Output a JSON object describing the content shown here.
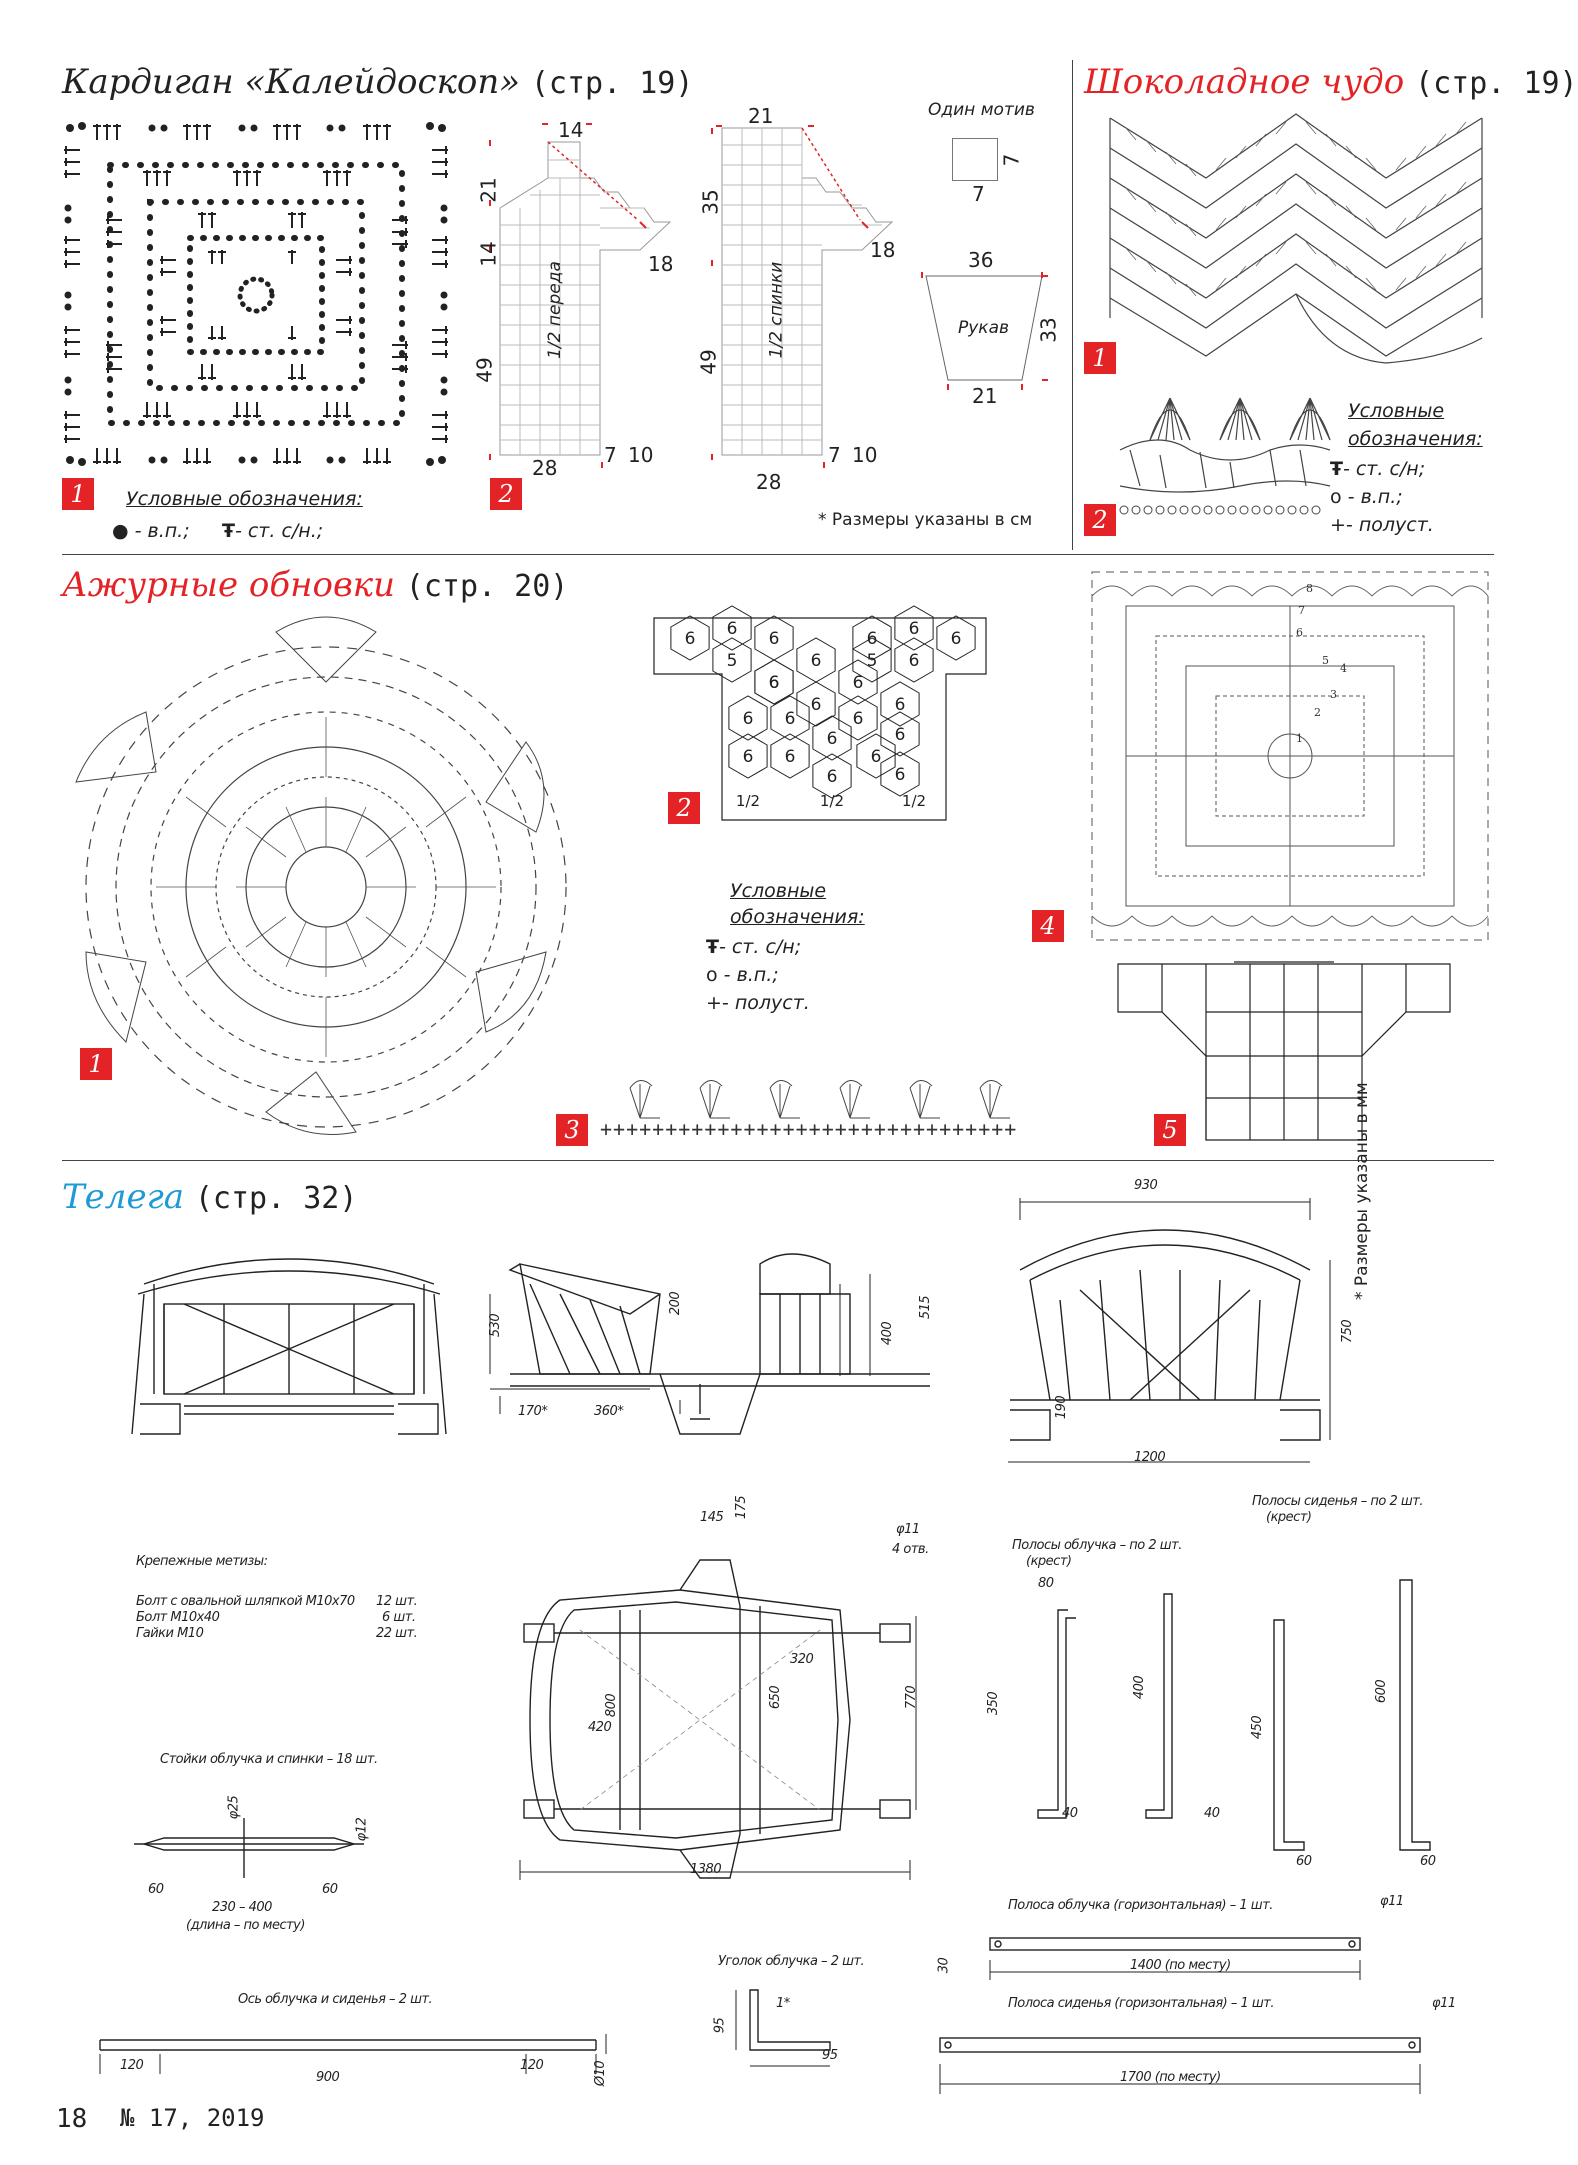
{
  "sections": {
    "cardigan": {
      "title": "Кардиган «Калейдоскоп»",
      "ref": "(стр. 19)"
    },
    "chocolate": {
      "title": "Шоколадное чудо",
      "ref": "(стр. 19)"
    },
    "openwork": {
      "title": "Ажурные обновки",
      "ref": "(стр. 20)"
    },
    "cart": {
      "title": "Телега",
      "ref": "(стр. 32)"
    }
  },
  "badges": {
    "n1": "1",
    "n2": "2",
    "n3": "3",
    "n4": "4",
    "n5": "5"
  },
  "legend": {
    "title_cardigan": "Условные обозначения:",
    "title_line1": "Условные",
    "title_line2": "обозначения:",
    "vp_dot": "● - в.п.;",
    "stn_cardigan": "- ст. с/н.;",
    "stn": "- ст. с/н;",
    "vp": "- в.п.;",
    "polust": "- полуст."
  },
  "cardigan_pattern": {
    "front_label": "1/2 переда",
    "back_label": "1/2 спинки",
    "motif_label": "Один мотив",
    "sleeve_label": "Рукав",
    "front_dims": {
      "top": "14",
      "left1": "21",
      "left2": "14",
      "left3": "49",
      "bottom": "28",
      "b1": "7",
      "b2": "10",
      "diag": "18"
    },
    "back_dims": {
      "top": "21",
      "left1": "35",
      "left3": "49",
      "bottom": "28",
      "b1": "7",
      "b2": "10",
      "diag": "18"
    },
    "motif_dims": {
      "w": "7",
      "h": "7"
    },
    "sleeve_dims": {
      "top": "36",
      "side": "33",
      "bottom": "21"
    },
    "note": "* Размеры указаны в см"
  },
  "hex_chart": {
    "cells": [
      "6",
      "6",
      "6",
      "6",
      "6",
      "6",
      "5",
      "6",
      "6",
      "5",
      "6",
      "6",
      "6",
      "6",
      "6",
      "6",
      "6",
      "6",
      "6",
      "6",
      "6",
      "6",
      "6",
      "6",
      "6",
      "1/2",
      "1/2",
      "1/2"
    ]
  },
  "cart_drawing": {
    "side_note": "* Размеры указаны в мм",
    "dims": {
      "d530": "530",
      "d200": "200",
      "d400": "400",
      "d515": "515",
      "d170": "170*",
      "d360": "360*",
      "d930": "930",
      "d750": "750",
      "d190": "190",
      "d1200": "1200",
      "d145": "145",
      "d175": "175",
      "d11a": "φ11",
      "d4": "4 отв.",
      "d320": "320",
      "d650": "650",
      "d770": "770",
      "d800": "800",
      "d420": "420",
      "d1380": "1380",
      "d80": "80",
      "d350": "350",
      "d40a": "40",
      "d400b": "400",
      "d40b": "40",
      "d450": "450",
      "d60a": "60",
      "d600": "600",
      "d60b": "60",
      "d25": "φ25",
      "d12": "φ12",
      "d60c": "60",
      "d230": "230 – 400",
      "d60d": "60",
      "len": "(длина – по месту)",
      "d11b": "φ11",
      "d30": "30",
      "d1400": "1400 (по месту)",
      "d95a": "95",
      "d1": "1*",
      "d95b": "95",
      "d120a": "120",
      "d900": "900",
      "d120b": "120",
      "d10": "Ø10",
      "d11c": "φ11",
      "d1700": "1700 (по месту)"
    },
    "labels": {
      "hardware_title": "Крепежные метизы:",
      "h1": "Болт с овальной шляпкой М10х70",
      "h1q": "12 шт.",
      "h2": "Болт М10х40",
      "h2q": "6 шт.",
      "h3": "Гайки М10",
      "h3q": "22 шт.",
      "posts": "Стойки облучка и спинки – 18 шт.",
      "axis": "Ось облучка и сиденья – 2 шт.",
      "strips_cross": "Полосы облучка – по 2 шт.",
      "strips_cross2": "(крест)",
      "seat_strips": "Полосы сиденья – по 2 шт.",
      "seat_strips2": "(крест)",
      "strip_h": "Полоса облучка (горизонтальная) – 1 шт.",
      "angle": "Уголок облучка – 2 шт.",
      "seat_h": "Полоса сиденья (горизонтальная) – 1 шт."
    }
  },
  "footer": {
    "page": "18",
    "issue": "№ 17, 2019"
  },
  "colors": {
    "accent_red": "#e32326",
    "accent_blue": "#1e9ad6",
    "ink": "#222222"
  }
}
